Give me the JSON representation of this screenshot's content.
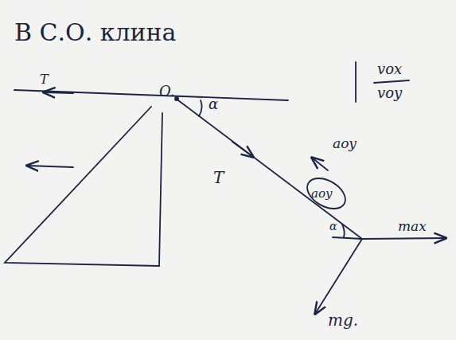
{
  "diagram": {
    "title": "В С.О. клина",
    "labels": [
      "T",
      "O.",
      "α",
      "T",
      "aoy",
      "aoy",
      "α",
      "max",
      "mg.",
      "vox",
      "voy"
    ]
  }
}
